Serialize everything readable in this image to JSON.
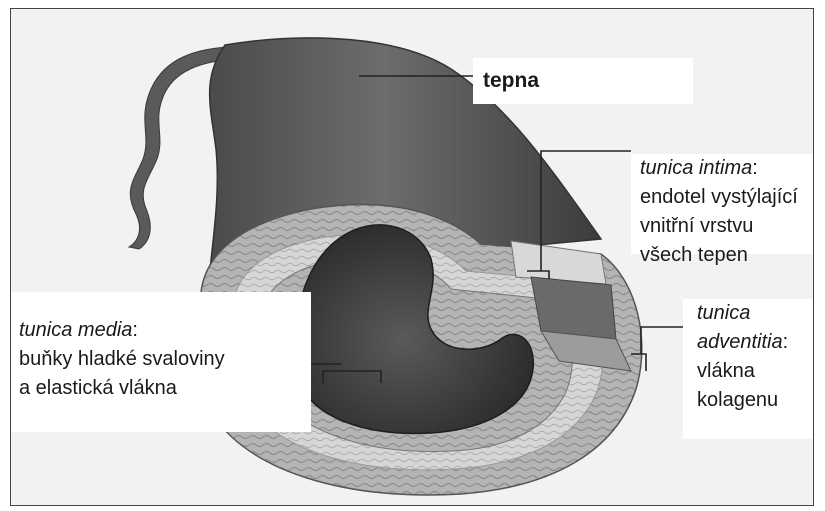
{
  "labels": {
    "tepna": "tepna",
    "intima": {
      "term": "tunica intima",
      "colon": ":",
      "line1": "endotel vystýlající",
      "line2": "vnitřní vrstvu",
      "line3": "všech tepen"
    },
    "media": {
      "term": "tunica media",
      "colon": ":",
      "line1": "buňky hladké svaloviny",
      "line2": "a elastická vlákna"
    },
    "adventitia": {
      "term1": "tunica",
      "term2": "adventitia",
      "colon": ":",
      "line1": "vlákna",
      "line2": "kolagenu"
    }
  },
  "colors": {
    "background": "#f2f2f2",
    "vessel_body": "#5e5e5e",
    "vessel_dark": "#2e2e2e",
    "vessel_wall": "#b8b8b8",
    "leader_line": "#222222"
  }
}
